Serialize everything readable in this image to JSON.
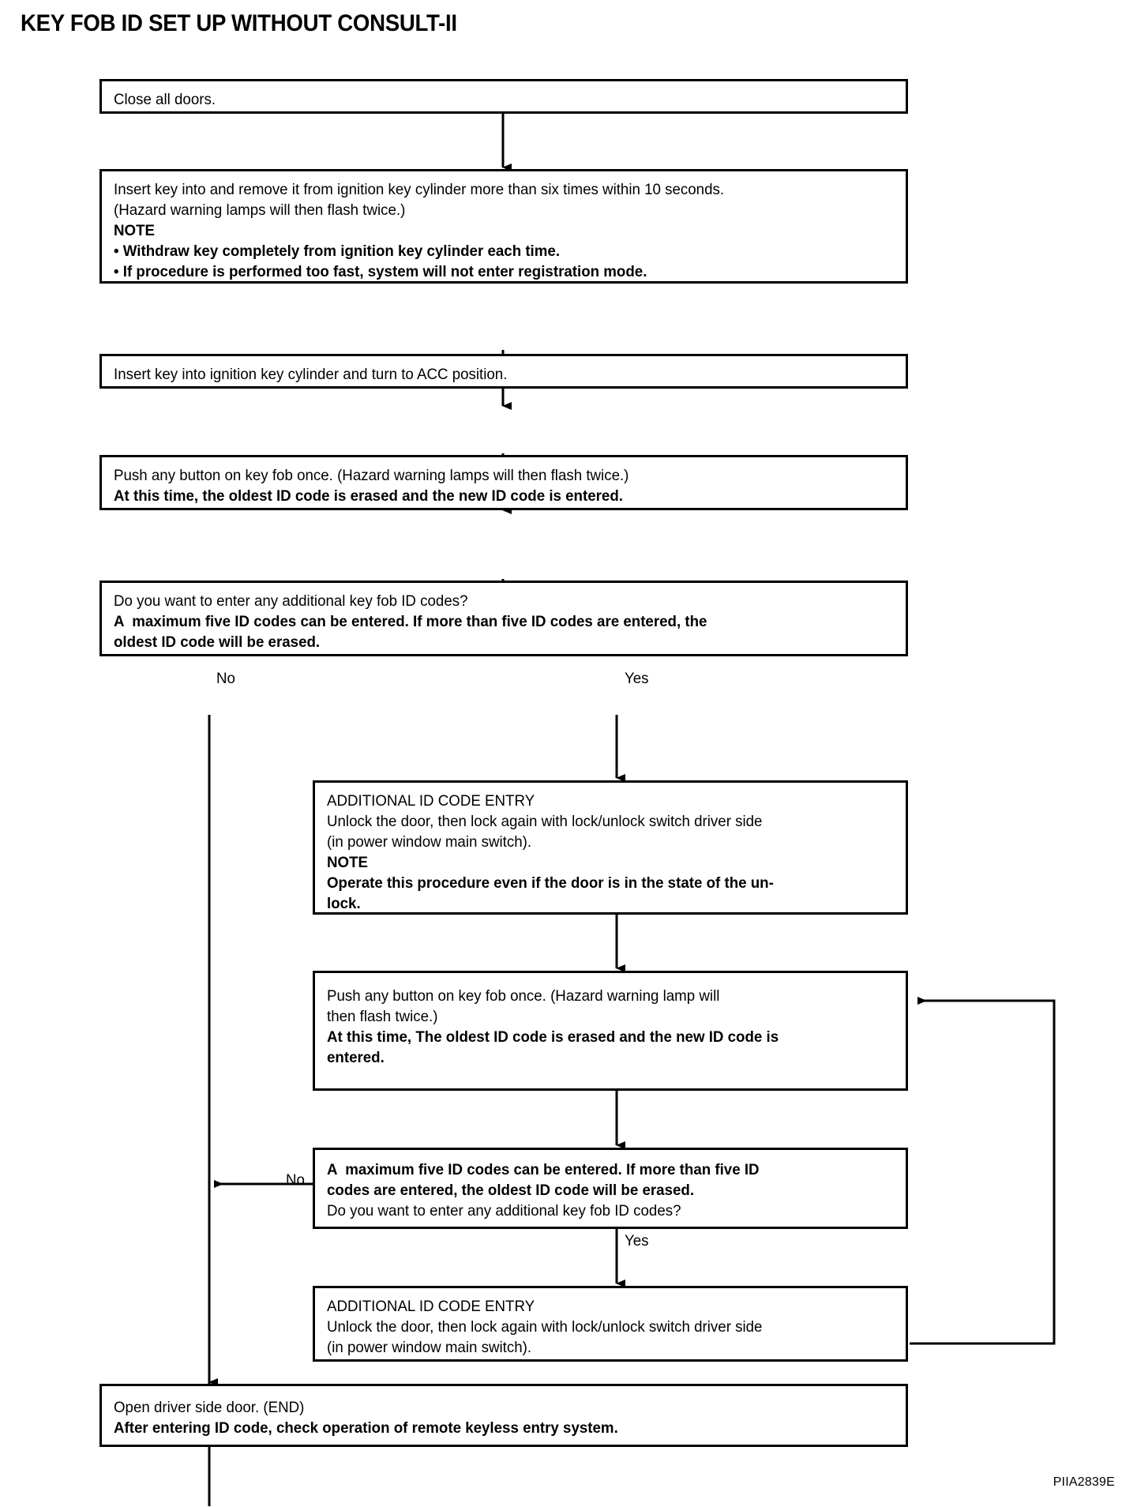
{
  "title": "KEY FOB ID SET UP WITHOUT CONSULT-II",
  "figure_id": "PIIA2839E",
  "flow": {
    "boxes": {
      "close_doors": {
        "lines": [
          {
            "text": "Close all doors.",
            "bold": false
          }
        ]
      },
      "insert_remove_key": {
        "lines": [
          {
            "text": "Insert key into and remove it from ignition key cylinder more than six times within 10 seconds.",
            "bold": false
          },
          {
            "text": "(Hazard warning lamps will then flash twice.)",
            "bold": false
          },
          {
            "text": "NOTE",
            "bold": true
          },
          {
            "text": "• Withdraw key completely from ignition key cylinder each time.",
            "bold": true
          },
          {
            "text": "• If procedure is performed too fast, system will not enter registration mode.",
            "bold": true
          }
        ]
      },
      "turn_acc": {
        "lines": [
          {
            "text": "Insert key into ignition key cylinder and turn to ACC position.",
            "bold": false
          }
        ]
      },
      "push_button_first": {
        "lines": [
          {
            "text": "Push any button on key fob once. (Hazard warning lamps will then flash twice.)",
            "bold": false
          },
          {
            "text": "At this time, the oldest ID code is erased and the new ID code is entered.",
            "bold": true
          }
        ]
      },
      "decision_first": {
        "lines": [
          {
            "text": "Do you want to enter any additional key fob ID codes?",
            "bold": false
          },
          {
            "text": "A  maximum five ID codes can be entered. If more than five ID codes are entered, the",
            "bold": true
          },
          {
            "text": "oldest ID code will be erased.",
            "bold": true
          }
        ]
      },
      "additional_entry_first": {
        "lines": [
          {
            "text": "ADDITIONAL ID CODE ENTRY",
            "bold": false
          },
          {
            "text": "Unlock the door, then lock again with lock/unlock switch driver side",
            "bold": false
          },
          {
            "text": "(in power window main switch).",
            "bold": false
          },
          {
            "text": "NOTE",
            "bold": true
          },
          {
            "text": "Operate this procedure even if the door is in the state of the un-",
            "bold": true
          },
          {
            "text": "lock.",
            "bold": true
          }
        ]
      },
      "push_button_second": {
        "lines": [
          {
            "text": "Push any button on key fob once. (Hazard warning lamp will",
            "bold": false
          },
          {
            "text": "then flash twice.)",
            "bold": false
          },
          {
            "text": "At this time, The oldest ID code is erased and the new ID code is",
            "bold": true
          },
          {
            "text": "entered.",
            "bold": true
          }
        ]
      },
      "decision_second": {
        "lines": [
          {
            "text": "A  maximum five ID codes can be entered. If more than five ID",
            "bold": true
          },
          {
            "text": "codes are entered, the oldest ID code will be erased.",
            "bold": true
          },
          {
            "text": "Do you want to enter any additional key fob ID codes?",
            "bold": false
          }
        ]
      },
      "additional_entry_second": {
        "lines": [
          {
            "text": "ADDITIONAL ID CODE ENTRY",
            "bold": false
          },
          {
            "text": "Unlock the door, then lock again with lock/unlock switch driver side",
            "bold": false
          },
          {
            "text": "(in power window main switch).",
            "bold": false
          }
        ]
      },
      "end_box": {
        "lines": [
          {
            "text": "Open driver side door. (END)",
            "bold": false
          },
          {
            "text": "After entering ID code, check operation of remote keyless entry system.",
            "bold": true
          }
        ]
      }
    },
    "edge_labels": {
      "first_no": "No",
      "first_yes": "Yes",
      "second_no": "No",
      "second_yes": "Yes"
    }
  }
}
